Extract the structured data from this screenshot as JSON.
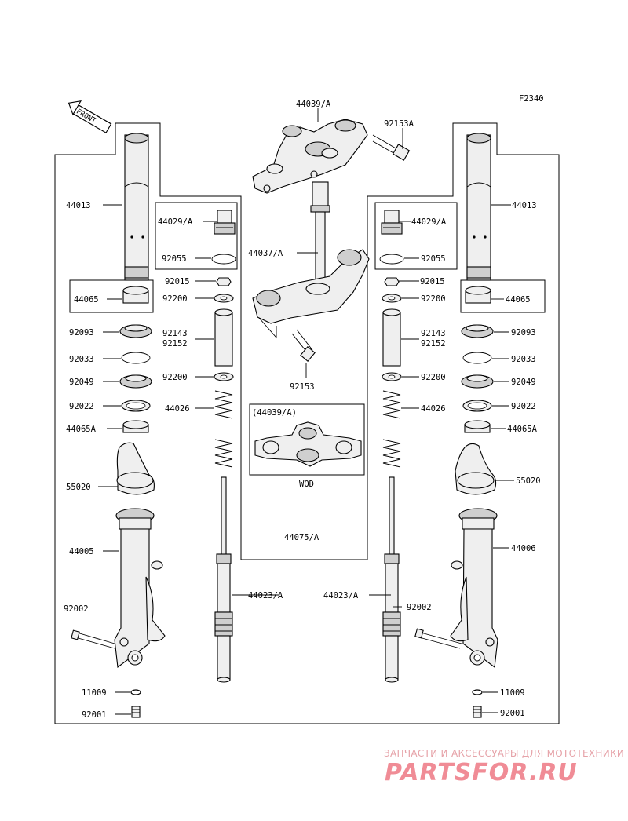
{
  "diagram_code": "F2340",
  "front_label": "FRONT",
  "parts": {
    "upper_bracket": "44039/A",
    "bolt_upper": "92153A",
    "tube_left": "44013",
    "tube_right": "44013",
    "bolt_cap_left": "44029/A",
    "bolt_cap_right": "44029/A",
    "oring_left": "92055",
    "oring_right": "92055",
    "stem_bracket": "44037/A",
    "nut_left": "92015",
    "nut_right": "92015",
    "washer_top_left": "92200",
    "washer_top_right": "92200",
    "bushing_left": "44065",
    "bushing_right": "44065",
    "seal_left": "92093",
    "seal_right": "92093",
    "pipe_left_a": "92143",
    "pipe_left_b": "92152",
    "pipe_right_a": "92143",
    "pipe_right_b": "92152",
    "bolt_lower": "92153",
    "circlip_left": "92033",
    "circlip_right": "92033",
    "washer_mid_left": "92200",
    "washer_mid_right": "92200",
    "dust_seal_left": "92049",
    "dust_seal_right": "92049",
    "spring_left": "44026",
    "spring_right": "44026",
    "ring_left": "92022",
    "ring_right": "92022",
    "inset_bracket": "(44039/A)",
    "inset_note": "WOD",
    "bushing_a_left": "44065A",
    "bushing_a_right": "44065A",
    "cover_left": "55020",
    "cover_right": "55020",
    "stem_assy": "44075/A",
    "outer_left": "44005",
    "outer_right": "44006",
    "cylinder_left": "44023/A",
    "cylinder_right": "44023/A",
    "bolt_left": "92002",
    "bolt_right": "92002",
    "gasket_left": "11009",
    "gasket_right": "11009",
    "drain_left": "92001",
    "drain_right": "92001"
  },
  "watermark": {
    "caption": "ЗАПЧАСТИ И АКСЕССУАРЫ ДЛЯ МОТОТЕХНИКИ",
    "brand": "PARTSFOR.RU",
    "color": "#f08c96"
  }
}
